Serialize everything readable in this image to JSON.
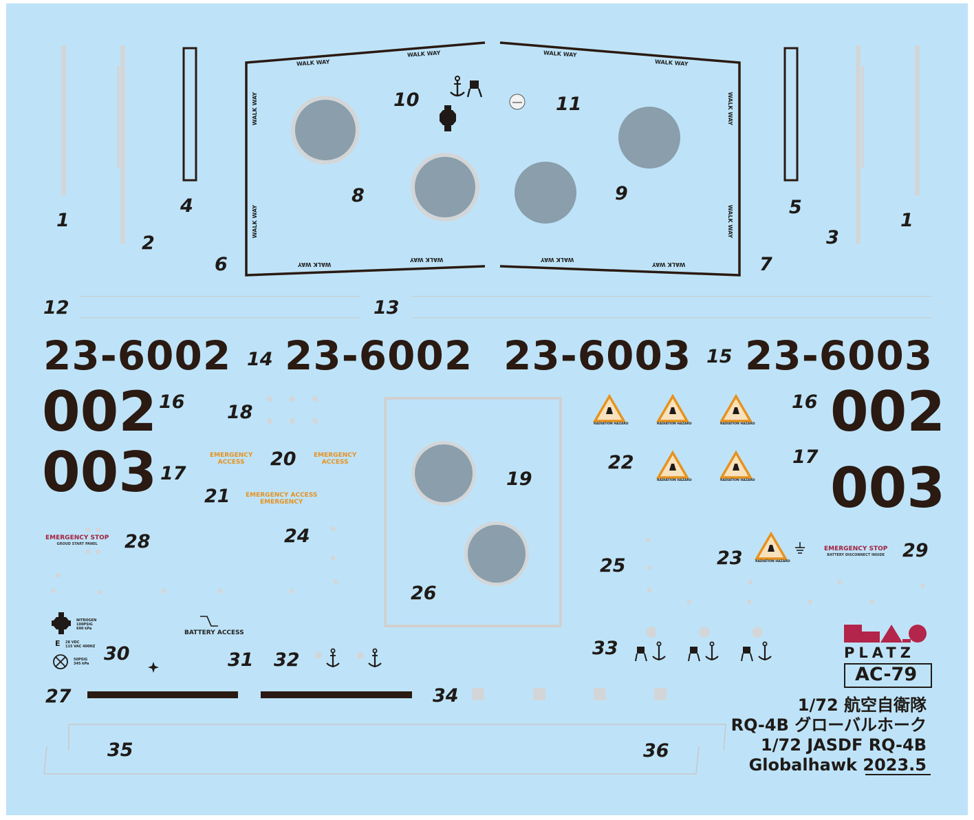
{
  "sheet": {
    "background_color": "#bee3f8",
    "brand": "PLATZ",
    "product_code": "AC-79",
    "title_jp_1": "1/72 航空自衛隊",
    "title_jp_2": "RQ-4B グローバルホーク",
    "title_en_1": "1/72 JASDF RQ-4B",
    "title_en_2": "Globalhawk",
    "date": "2023.5"
  },
  "walkway_text": "WALK WAY",
  "decal_numbers": {
    "n1": "1",
    "n2": "2",
    "n3": "3",
    "n4": "4",
    "n5": "5",
    "n6": "6",
    "n7": "7",
    "n8": "8",
    "n9": "9",
    "n10": "10",
    "n11": "11",
    "n12": "12",
    "n13": "13",
    "n14": "14",
    "n15": "15",
    "n16": "16",
    "n17": "17",
    "n18": "18",
    "n19": "19",
    "n20": "20",
    "n21": "21",
    "n22": "22",
    "n23": "23",
    "n24": "24",
    "n25": "25",
    "n26": "26",
    "n27": "27",
    "n28": "28",
    "n29": "29",
    "n30": "30",
    "n31": "31",
    "n32": "32",
    "n33": "33",
    "n34": "34",
    "n35": "35",
    "n36": "36"
  },
  "serials": {
    "serial_a": "23-6002",
    "serial_b": "23-6003",
    "code_a": "002",
    "code_b": "003"
  },
  "stencils": {
    "emergency_access_line1": "EMERGENCY",
    "emergency_access_line2": "ACCESS",
    "emergency_access_long": "EMERGENCY ACCESS",
    "emergency": "EMERGENCY",
    "emergency_stop": "EMERGENCY STOP",
    "ground_start_panel": "GROUD START PANEL",
    "battery_disconnect": "BATTERY DISCONNECT INSIDE",
    "battery_access": "BATTERY ACCESS",
    "radiation_hazard": "RADIATION HAZARD",
    "nitrogen_1": "NITROGEN",
    "nitrogen_2": "100PSIG",
    "nitrogen_3": "690 kPa",
    "power_1": "28 VDC",
    "power_2": "115 VAC 400HZ",
    "pressure_1": "50PSIG",
    "pressure_2": "345 kPa"
  },
  "colors": {
    "dark": "#2a1a12",
    "grey_disc": "#8a9eab",
    "grey_ring": "#d3d6d8",
    "orange": "#e6921f",
    "red": "#a3213e",
    "platz_red": "#b3254a"
  }
}
